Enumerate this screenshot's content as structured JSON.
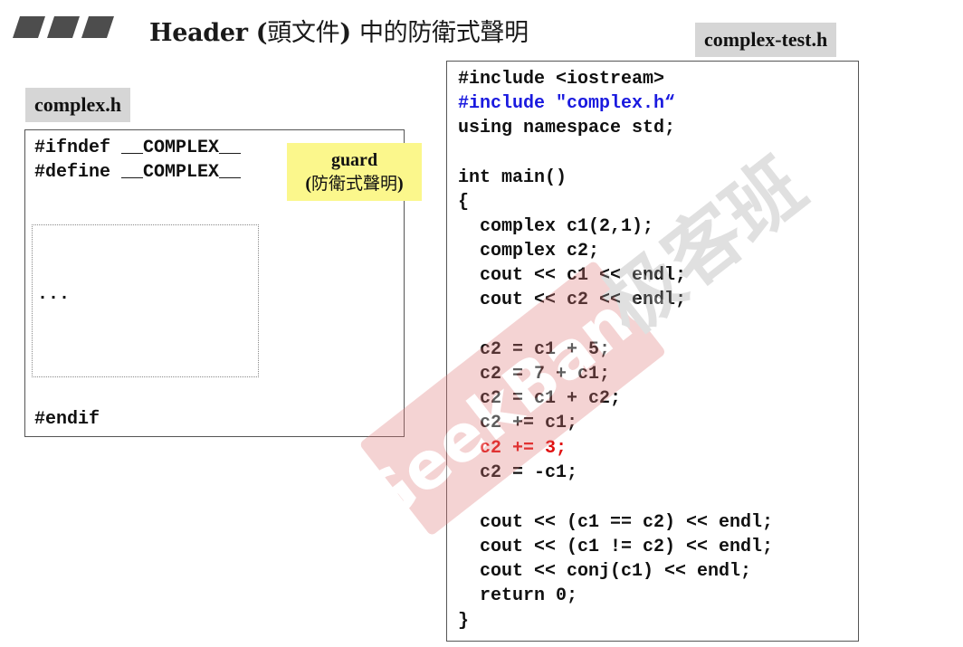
{
  "header": {
    "title_latin": "Header (",
    "title_cjk_1": "頭文件",
    "title_latin_2": ") ",
    "title_cjk_2": "中的防衛式聲明"
  },
  "left_panel": {
    "label": "complex.h",
    "lines": [
      "#ifndef __COMPLEX__",
      "#define __COMPLEX__"
    ],
    "ellipsis": "...",
    "end_line": "#endif"
  },
  "guard_note": {
    "line1": "guard",
    "line2_open": "(",
    "line2_cjk": "防衛式聲明",
    "line2_close": ")"
  },
  "right_panel": {
    "label": "complex-test.h",
    "lines": [
      "#include <iostream>",
      "#include \"complex.h“",
      "using namespace std;",
      "",
      "int main()",
      "{",
      "  complex c1(2,1);",
      "  complex c2;",
      "  cout << c1 << endl;",
      "  cout << c2 << endl;",
      "",
      "  c2 = c1 + 5;",
      "  c2 = 7 + c1;",
      "  c2 = c1 + c2;",
      "  c2 += c1;",
      "  c2 += 3;",
      "  c2 = -c1;",
      "",
      "  cout << (c1 == c2) << endl;",
      "  cout << (c1 != c2) << endl;",
      "  cout << conj(c1) << endl;",
      "  return 0;",
      "}"
    ]
  },
  "watermark": {
    "latin": "GeekBand",
    "cjk": "极客班"
  },
  "colors": {
    "include_highlight": "#1a1adf",
    "emphasis_red": "#e01010",
    "guard_bg": "#fbf78c",
    "label_bg": "#d6d6d6",
    "watermark": "#f0c8c8"
  }
}
